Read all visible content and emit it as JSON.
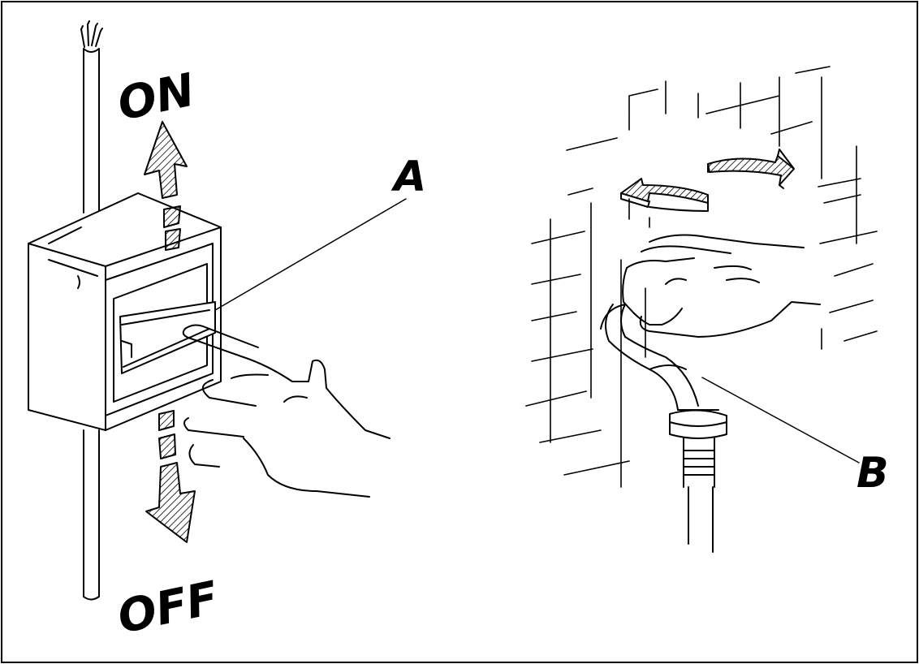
{
  "labels": {
    "on": "ON",
    "off": "OFF",
    "a": "A",
    "b": "B"
  },
  "colors": {
    "ink": "#000000",
    "paper": "#ffffff",
    "hatch": "#000000"
  },
  "icons": {
    "power_switch": "switch-box-icon",
    "tap": "water-tap-icon",
    "hand": "hand-icon"
  }
}
